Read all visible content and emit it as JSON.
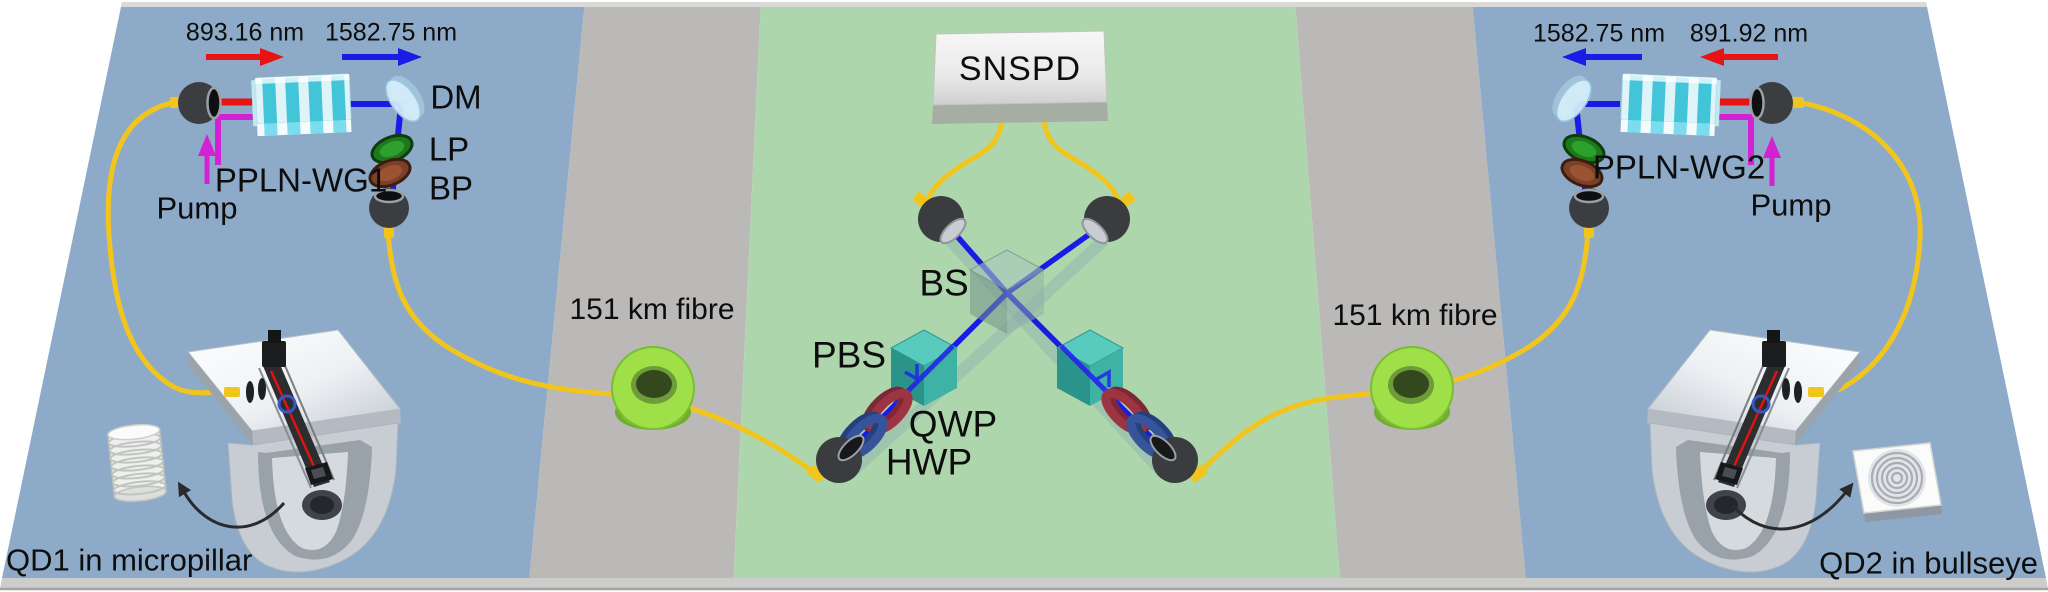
{
  "figure": {
    "left_station": {
      "pump_wavelength": "893.16 nm",
      "telecom_wavelength": "1582.75 nm",
      "dm": "DM",
      "lp": "LP",
      "bp": "BP",
      "waveguide": "PPLN-WG1",
      "pump": "Pump",
      "fibre": "151 km fibre",
      "source": "QD1 in micropillar"
    },
    "center_station": {
      "detector": "SNSPD",
      "bs": "BS",
      "pbs": "PBS",
      "qwp": "QWP",
      "hwp": "HWP"
    },
    "right_station": {
      "telecom_wavelength": "1582.75 nm",
      "pump_wavelength": "891.92 nm",
      "waveguide": "PPLN-WG2",
      "pump": "Pump",
      "fibre": "151 km fibre",
      "source": "QD2 in bullseye"
    },
    "colors": {
      "zone_blue": "#8dabc8",
      "zone_gray": "#bab9b7",
      "zone_green": "#aed6ac",
      "table_edge": "#cccccb",
      "beam_blue": "#1b1be6",
      "beam_red": "#e81313",
      "beam_pump": "#d322d3",
      "fiber_yellow": "#f1c51d",
      "label_color": "#0d0d0d"
    }
  }
}
